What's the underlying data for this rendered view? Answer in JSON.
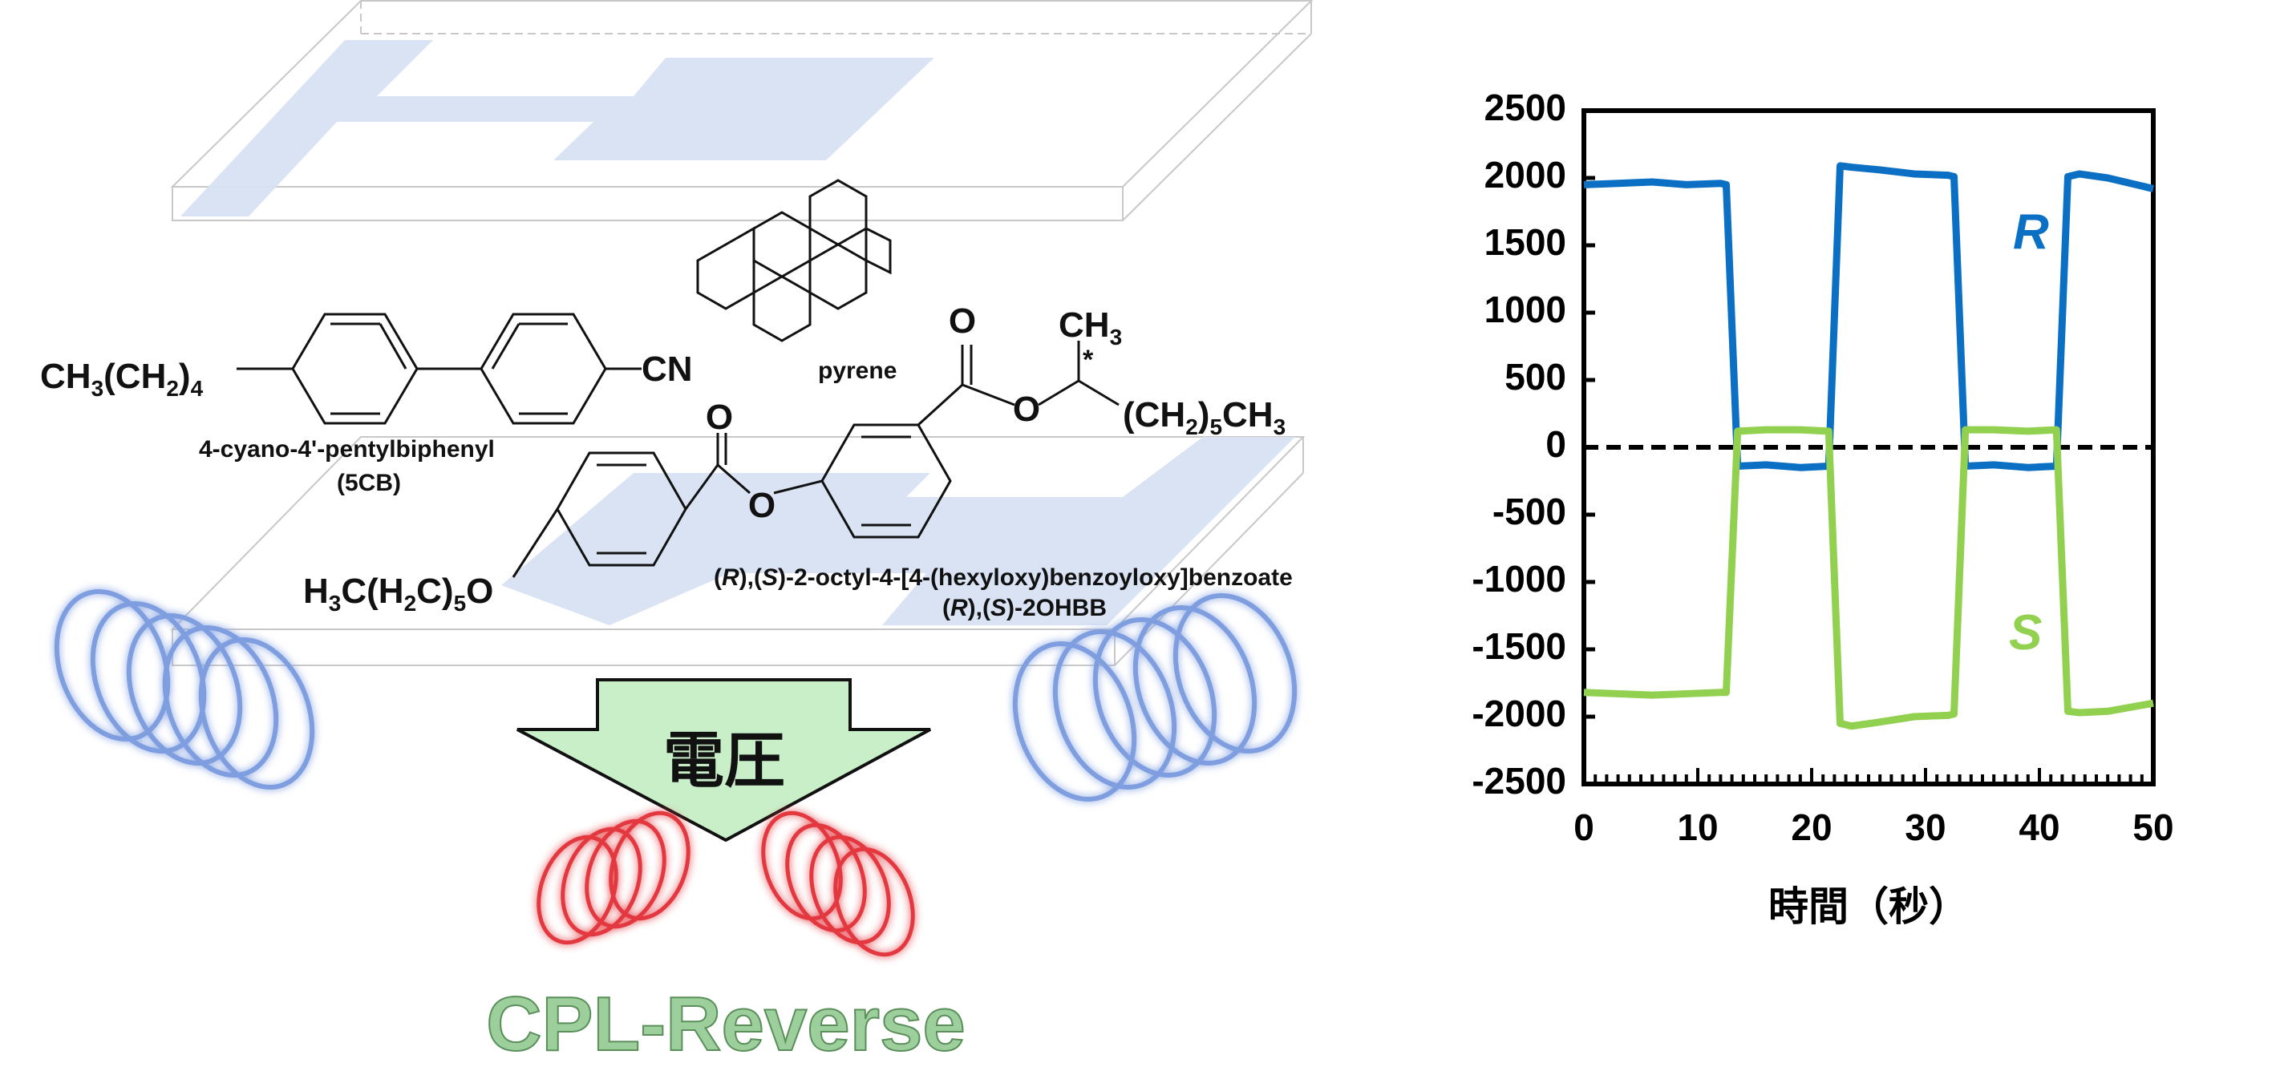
{
  "schematic": {
    "lc_host": {
      "formula_main": "CH",
      "formula_sub1": "3",
      "formula_mid": "(CH",
      "formula_sub2": "2",
      "formula_close": ")",
      "formula_sub3": "4",
      "cn_label": "CN",
      "name": "4-cyano-4'-pentylbiphenyl",
      "abbr": "(5CB)"
    },
    "dye": {
      "name": "pyrene"
    },
    "dopant": {
      "methyl": "CH",
      "methyl_sub": "3",
      "chiral_star": "*",
      "chain_open": "(CH",
      "chain_sub1": "2",
      "chain_mid": ")",
      "chain_sub2": "5",
      "chain_end": "CH",
      "chain_sub3": "3",
      "left_tail": "H",
      "left_tail_sub": "3",
      "left_tail_c": "C(H",
      "left_tail_sub2": "2",
      "left_tail_c2": "C)",
      "left_tail_sub3": "5",
      "left_tail_o": "O",
      "oxygen": "O",
      "name_line1_pre": "(",
      "name_line1_r": "R",
      "name_line1_mid": "),(",
      "name_line1_s": "S",
      "name_line1_post": ")-2-octyl-4-[4-(hexyloxy)benzoyloxy]benzoate",
      "name_line2_pre": "(",
      "name_line2_r": "R",
      "name_line2_mid": "),(",
      "name_line2_s": "S",
      "name_line2_post": ")-2OHBB"
    },
    "arrow_label": "電圧",
    "result_label": "CPL-Reverse",
    "colors": {
      "electrode": "#d7e1f3",
      "arrow_fill": "#c9efc9",
      "helix_blue": "#7f9ee0",
      "helix_red": "#e3393f",
      "result_text": "#9ccf9c"
    }
  },
  "chart_data": {
    "type": "line",
    "xlabel": "時間（秒）",
    "ylabel": "",
    "xlim": [
      0,
      50
    ],
    "ylim": [
      -2500,
      2500
    ],
    "xticks": [
      "0",
      "10",
      "20",
      "30",
      "40",
      "50"
    ],
    "yticks": [
      "2500",
      "2000",
      "1500",
      "1000",
      "500",
      "0",
      "-500",
      "-1000",
      "-1500",
      "-2000",
      "-2500"
    ],
    "grid": false,
    "zero_line": "dashed",
    "series": [
      {
        "name": "R",
        "color": "#0b6fc4",
        "x": [
          0,
          3,
          6,
          9,
          12,
          12.5,
          13.5,
          16,
          19,
          21.5,
          22.5,
          23.5,
          26,
          29,
          32,
          32.5,
          33.5,
          36,
          39,
          41.5,
          42.5,
          43.5,
          46,
          50
        ],
        "y": [
          1950,
          1960,
          1970,
          1950,
          1960,
          1950,
          -140,
          -130,
          -150,
          -140,
          2090,
          2080,
          2060,
          2030,
          2020,
          2010,
          -140,
          -130,
          -150,
          -140,
          2010,
          2030,
          2000,
          1920
        ]
      },
      {
        "name": "S",
        "color": "#92d050",
        "x": [
          0,
          3,
          6,
          9,
          12,
          12.5,
          13.5,
          16,
          19,
          21.5,
          22.5,
          23.5,
          26,
          29,
          32,
          32.5,
          33.5,
          36,
          39,
          41.5,
          42.5,
          43.5,
          46,
          50
        ],
        "y": [
          -1820,
          -1830,
          -1840,
          -1830,
          -1820,
          -1820,
          120,
          130,
          130,
          120,
          -2050,
          -2070,
          -2040,
          -2000,
          -1990,
          -1980,
          130,
          130,
          120,
          130,
          -1960,
          -1970,
          -1960,
          -1900
        ]
      }
    ]
  }
}
